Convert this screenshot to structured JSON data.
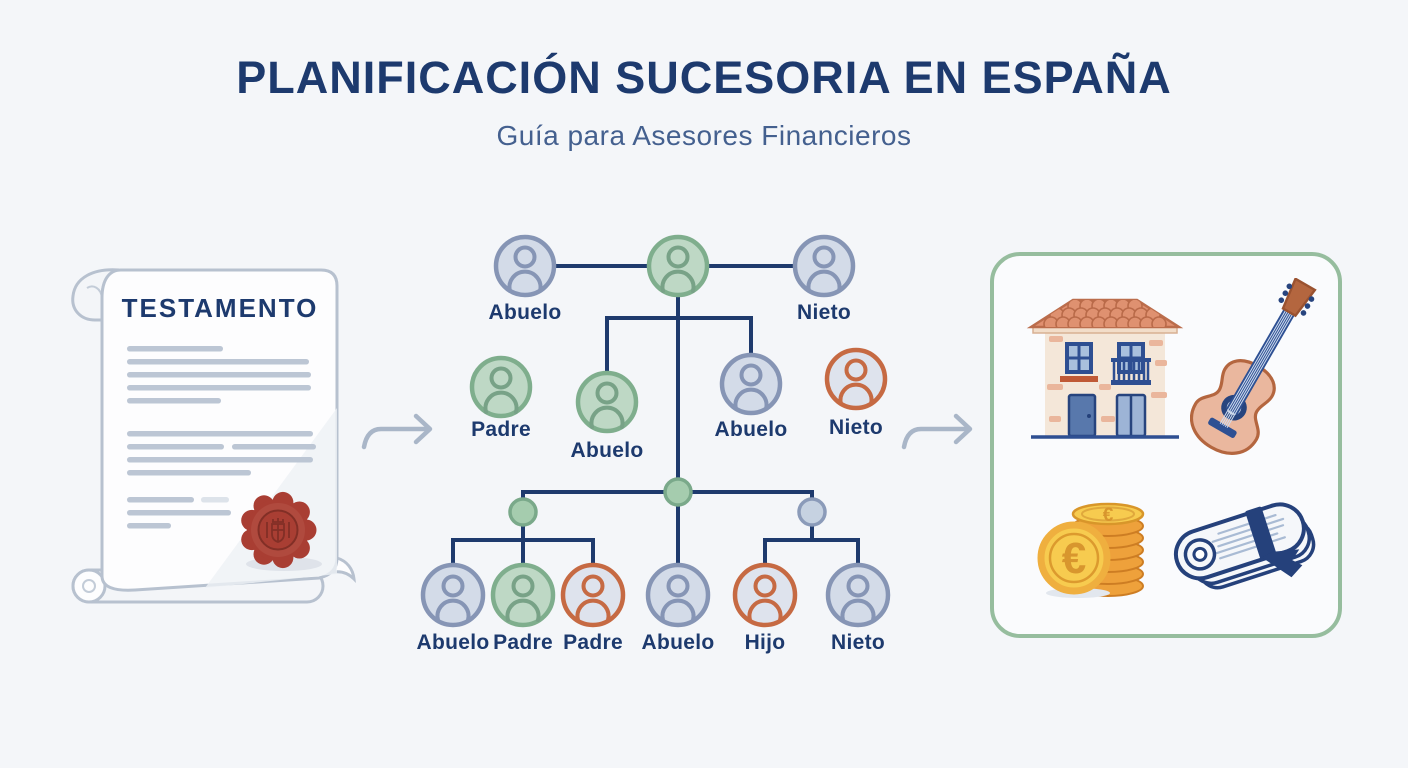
{
  "header": {
    "title": "PLANIFICACIÓN SUCESORIA EN ESPAÑA",
    "subtitle": "Guía para Asesores Financieros"
  },
  "testament": {
    "heading": "TESTAMENTO"
  },
  "tree": {
    "labels": {
      "top_left": "Abuelo",
      "top_right": "Nieto",
      "mid_padre": "Padre",
      "mid_abuelo_green": "Abuelo",
      "mid_abuelo_blue": "Abuelo",
      "mid_nieto": "Nieto",
      "bottom_1": "Abuelo",
      "bottom_2": "Padre",
      "bottom_3": "Padre",
      "bottom_4": "Abuelo",
      "bottom_5": "Hijo",
      "bottom_6": "Nieto"
    }
  },
  "assets": {
    "icons": [
      "house-icon",
      "guitar-icon",
      "euro-coins-icon",
      "document-scroll-icon"
    ],
    "coin_symbol": "€"
  },
  "colors": {
    "title_navy": "#1d3a6e",
    "subtitle_slate": "#44608f",
    "tree_line": "#1e3a6d",
    "node_blue": "#8695b5",
    "node_green": "#7fae8d",
    "node_orange": "#c66a43",
    "box_border_green": "#96bd9e",
    "arrow_gray": "#a9b6c8",
    "seal_red": "#a93e33",
    "coin_gold": "#f7cb4f"
  }
}
